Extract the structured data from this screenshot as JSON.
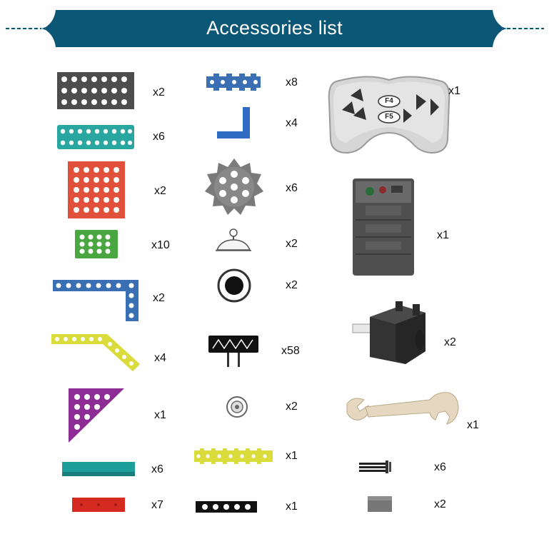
{
  "header": {
    "title": "Accessories list",
    "banner_color": "#0c5775"
  },
  "items": [
    {
      "name": "dark-gray-plate",
      "quantity": "x2",
      "color": "#4d4d4d"
    },
    {
      "name": "teal-plate",
      "quantity": "x6",
      "color": "#2aa6a1"
    },
    {
      "name": "red-plate",
      "quantity": "x2",
      "color": "#e1503a"
    },
    {
      "name": "green-plate",
      "quantity": "x10",
      "color": "#4aa640"
    },
    {
      "name": "blue-l-beam",
      "quantity": "x2",
      "color": "#3a6fb3"
    },
    {
      "name": "yellow-bent-beam",
      "quantity": "x4",
      "color": "#d9dc3a"
    },
    {
      "name": "purple-triangle-plate",
      "quantity": "x1",
      "color": "#8e2c96"
    },
    {
      "name": "teal-flat-tile",
      "quantity": "x6",
      "color": "#1e9e9b"
    },
    {
      "name": "red-flat-tile",
      "quantity": "x7",
      "color": "#d42a20"
    },
    {
      "name": "blue-short-beam",
      "quantity": "x8",
      "color": "#3a6fb3"
    },
    {
      "name": "blue-corner-bracket",
      "quantity": "x4",
      "color": "#2f6bc2"
    },
    {
      "name": "gray-gear",
      "quantity": "x6",
      "color": "#7a7a7a"
    },
    {
      "name": "suction-cup",
      "quantity": "x2",
      "color": "#555555"
    },
    {
      "name": "black-wheel",
      "quantity": "x2",
      "color": "#111111"
    },
    {
      "name": "connector-pin-block",
      "quantity": "x58",
      "color": "#111111"
    },
    {
      "name": "small-bushing",
      "quantity": "x2",
      "color": "#888888"
    },
    {
      "name": "yellow-long-beam",
      "quantity": "x1",
      "color": "#d9dc3a"
    },
    {
      "name": "black-hole-beam",
      "quantity": "x1",
      "color": "#111111"
    },
    {
      "name": "remote-controller",
      "quantity": "x1",
      "color": "#d6d6d6"
    },
    {
      "name": "battery-box",
      "quantity": "x1",
      "color": "#4f4f4f"
    },
    {
      "name": "motor",
      "quantity": "x2",
      "color": "#333333"
    },
    {
      "name": "wrench",
      "quantity": "x1",
      "color": "#e6d8c0"
    },
    {
      "name": "axle",
      "quantity": "x6",
      "color": "#222222"
    },
    {
      "name": "gray-block",
      "quantity": "x2",
      "color": "#777777"
    }
  ],
  "remote": {
    "button_f4": "F4",
    "button_f5": "F5"
  }
}
